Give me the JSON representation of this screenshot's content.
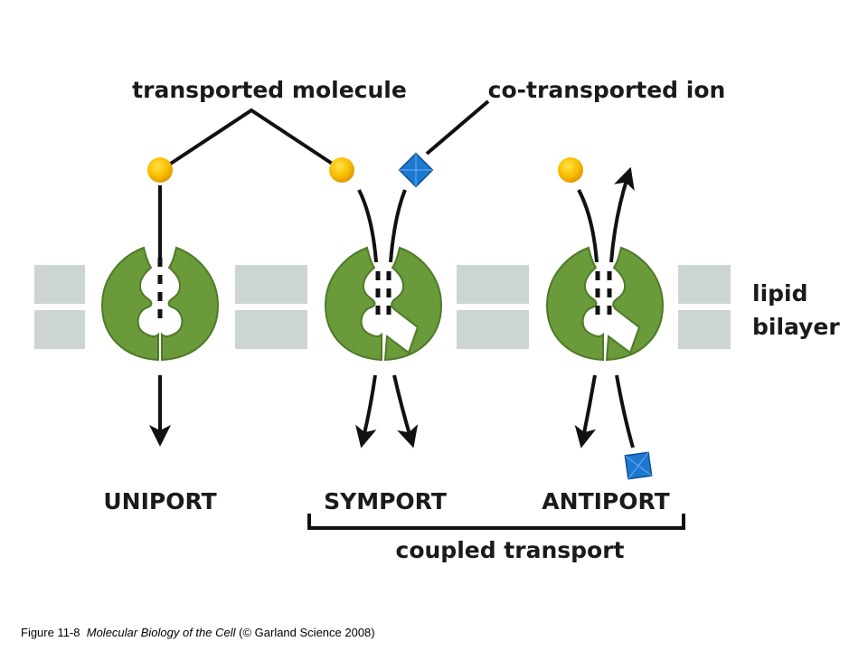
{
  "labels": {
    "transported_molecule": "transported molecule",
    "co_transported_ion": "co-transported ion",
    "lipid": "lipid",
    "bilayer": "bilayer",
    "uniport": "UNIPORT",
    "symport": "SYMPORT",
    "antiport": "ANTIPORT",
    "coupled_transport": "coupled transport"
  },
  "caption": {
    "figure": "Figure 11-8",
    "book": "Molecular Biology of the Cell",
    "credit": "(© Garland Science 2008)"
  },
  "colors": {
    "protein": "#6a9a3a",
    "protein_light": "#8cbf4e",
    "protein_dark": "#4e7a28",
    "bilayer": "#cdd5d3",
    "molecule": "#f5b800",
    "ion": "#1e78d0"
  }
}
